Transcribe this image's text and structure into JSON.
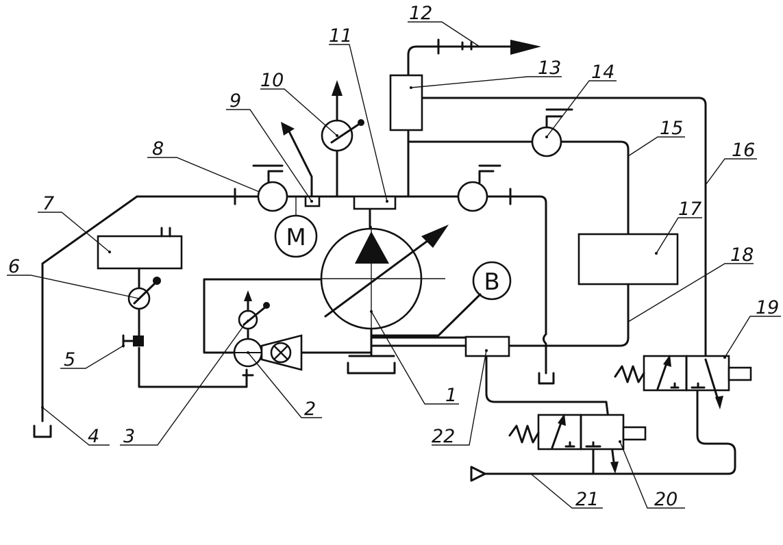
{
  "labels": {
    "l1": "1",
    "l2": "2",
    "l3": "3",
    "l4": "4",
    "l5": "5",
    "l6": "6",
    "l7": "7",
    "l8": "8",
    "l9": "9",
    "l10": "10",
    "l11": "11",
    "l12": "12",
    "l13": "13",
    "l14": "14",
    "l15": "15",
    "l16": "16",
    "l17": "17",
    "l18": "18",
    "l19": "19",
    "l20": "20",
    "l21": "21",
    "l22": "22"
  },
  "symbols": {
    "motor_letter": "M",
    "b_letter": "B"
  }
}
